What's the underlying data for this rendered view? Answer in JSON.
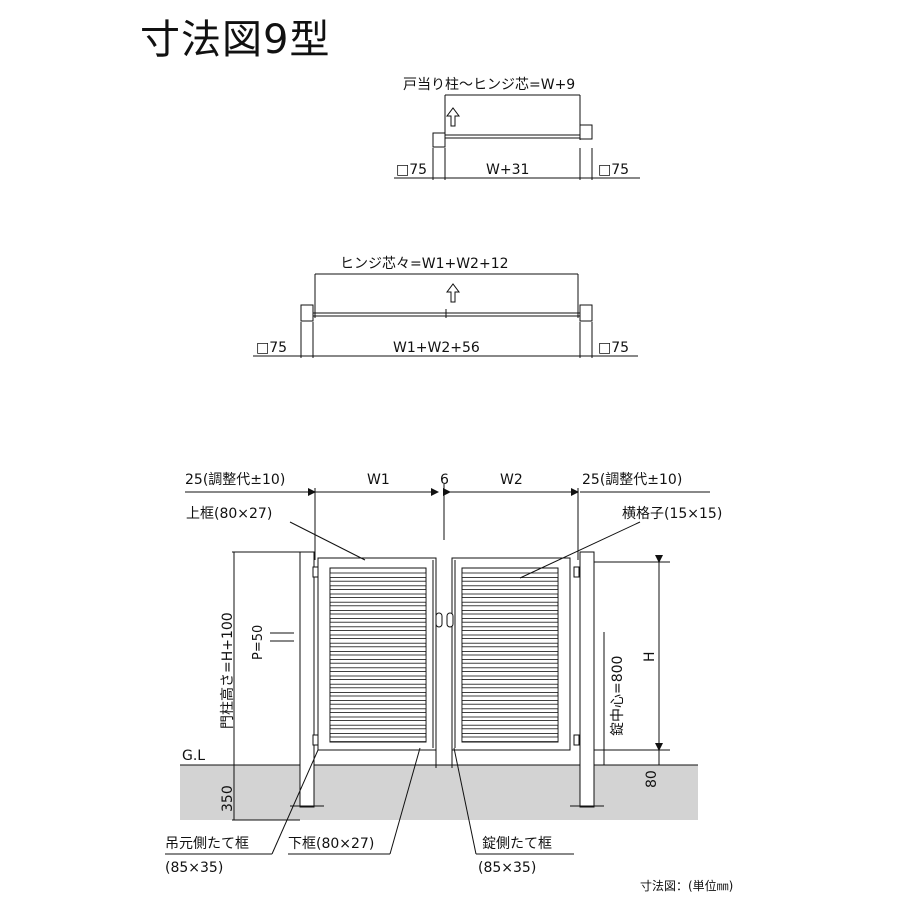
{
  "title": "寸法図9型",
  "single": {
    "post_to_hinge": "戸当り柱～ヒンジ芯=W+9",
    "post_left": "□75",
    "post_right": "□75",
    "width": "W+31"
  },
  "double": {
    "hinge_to_hinge": "ヒンジ芯々=W1+W2+12",
    "post_left": "□75",
    "post_right": "□75",
    "width": "W1+W2+56"
  },
  "elevation": {
    "adjust_left": "25(調整代±10)",
    "adjust_right": "25(調整代±10)",
    "w1": "W1",
    "gap": "6",
    "w2": "W2",
    "top_frame": "上框(80×27)",
    "slat": "横格子(15×15)",
    "post_height": "門柱高さ=H+100",
    "pitch": "P=50",
    "lock_center": "錠中心=800",
    "height": "H",
    "gl": "G.L",
    "depth_350": "350",
    "depth_80": "80",
    "hinge_stile": "吊元側たて框",
    "hinge_stile_size": "(85×35)",
    "bottom_frame": "下框(80×27)",
    "lock_stile": "錠側たて框",
    "lock_stile_size": "(85×35)",
    "note": "寸法図：(単位㎜)"
  },
  "colors": {
    "ground": "#d3d3d3",
    "line": "#111111"
  }
}
